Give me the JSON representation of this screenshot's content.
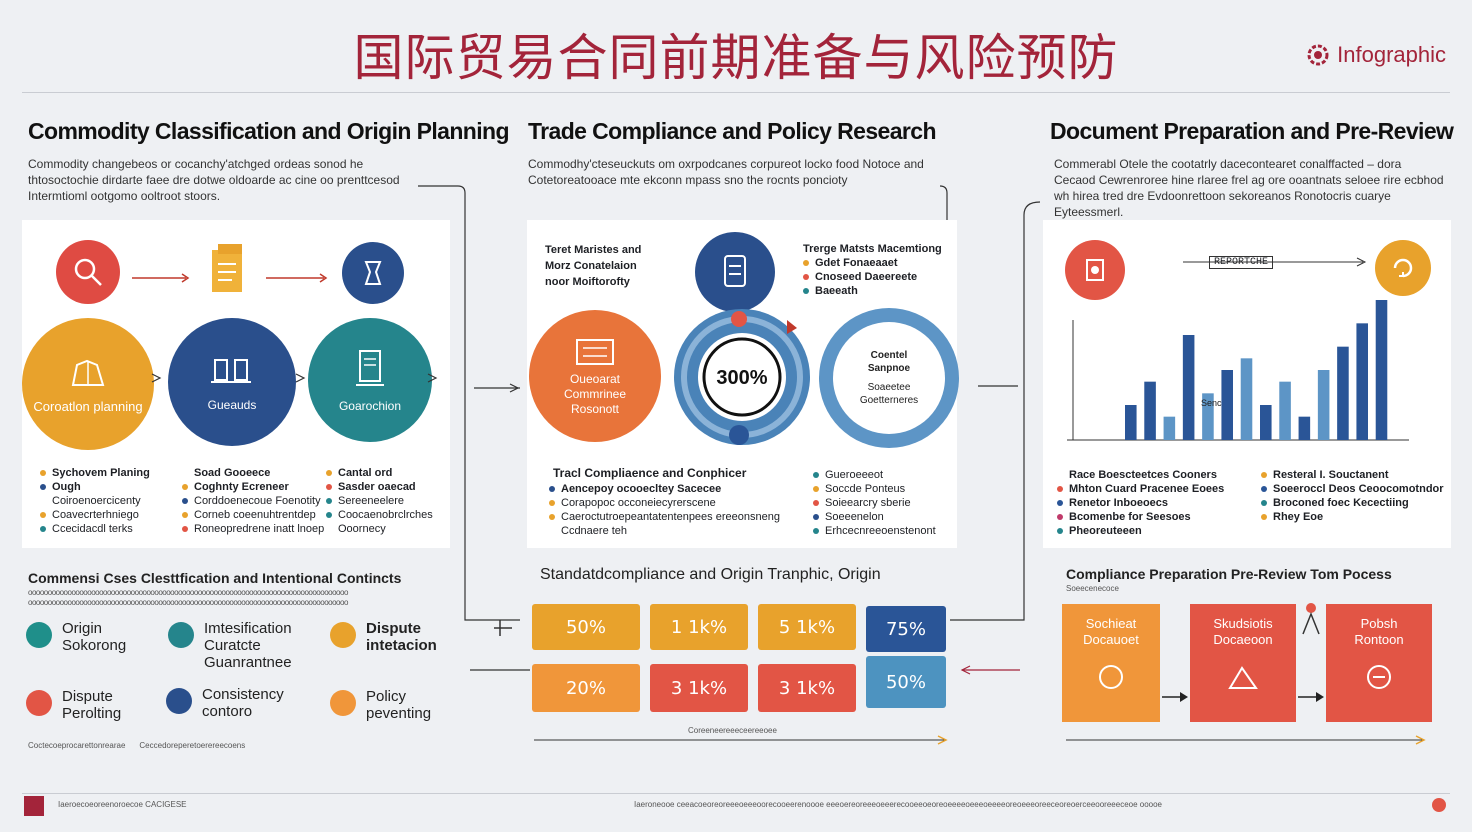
{
  "header": {
    "title": "国际贸易合同前期准备与风险预防",
    "brand": "Infographic",
    "accent": "#a3243a"
  },
  "columns": {
    "left": {
      "title": "Commodity Classification and Origin Planning",
      "desc": "Commodity changebeos or cocanchy'atchged ordeas sonod he thtosoctochie dirdarte faee dre dotwe oldoarde ac cine oo prenttcesod Intermtioml ootgomo ooltroot stoors.",
      "circles": [
        {
          "label": "Coroatlon planning",
          "color": "#e8a22c"
        },
        {
          "label": "Gueauds",
          "color": "#2a4f8c"
        },
        {
          "label": "Goarochion",
          "color": "#25858c"
        }
      ],
      "bullet_groups": [
        {
          "items": [
            "Sychovem Planing",
            "Ough",
            "Coiroenoercicenty",
            "Coavecrterhniego",
            "Ccecidacdl terks"
          ],
          "color": "#e8a22c"
        },
        {
          "items": [
            "Soad Gooeece",
            "Coghnty Ecreneer",
            "Corddoenecoue Foenotity",
            "Corneb coeenuhtrentdep",
            "Roneopredrene inatt lnoep"
          ],
          "color": "#2a4f8c"
        },
        {
          "items": [
            "Cantal ord",
            "Sasder oaecad",
            "Sereeneelere",
            "Coocaenobrclrches",
            "Ooornecy"
          ],
          "color": "#25858c"
        }
      ],
      "sub_title": "Commensi Cses Clesttfication and Intentional Contincts",
      "legend": [
        {
          "icon": "origin-icon",
          "label": "Origin Sokorong",
          "color": "#1f8f8a"
        },
        {
          "icon": "identification-icon",
          "label": "Imtesification Curatcte Guanrantnee",
          "color": "#25858c"
        },
        {
          "icon": "dispute-icon",
          "label": "Dispute intetacion",
          "color": "#e8a22c"
        },
        {
          "icon": "dispute-reporting-icon",
          "label": "Dispute Perolting",
          "color": "#e25545"
        },
        {
          "icon": "consistency-icon",
          "label": "Consistency contoro",
          "color": "#2a4f8c"
        },
        {
          "icon": "policy-icon",
          "label": "Policy peventing",
          "color": "#f0963a"
        }
      ],
      "footnote": [
        "Coctecoeprocarettonrearae",
        "Ceccedoreperetoerereecoens"
      ]
    },
    "middle": {
      "title": "Trade Compliance and Policy Research",
      "desc": "Commodhy'cteseuckuts om oxrpodcanes corpureot locko food Notoce and Cotetoreatooace mte ekconn mpass sno the rocnts poncioty",
      "left_block": [
        "Teret Maristes and",
        "Morz Conatelaion",
        "noor Moiftorofty"
      ],
      "right_block": {
        "title": "Trerge Matsts Macemtiong",
        "items": [
          "Gdet Fonaeaaet",
          "Cnoseed Daeereete",
          "Baeeath"
        ]
      },
      "circles": [
        {
          "label": "Oueoarat Commrinee Rosonott",
          "color": "#e8743a"
        },
        {
          "label": "300%",
          "color": "#4a83b8"
        },
        {
          "label": "Coentel Sanpnoe",
          "sub": "Soaeetee Goetterneres",
          "color": "#5d95c6"
        }
      ],
      "bullet_title": "Tracl Compliaence and Conphicer",
      "bullets_left": [
        "Aencepoy ocooecltey Sacecee",
        "Corapopoc occoneiecyrerscene",
        "Caeroctutroepeantatentenpees ereeonsneng",
        "Ccdnaere teh"
      ],
      "bullets_right": [
        "Gueroeeeot",
        "Soccde Ponteus",
        "Soieearcry sberie",
        "Soeeenelon",
        "Erhcecnreeoenstenont"
      ],
      "sub_title": "Standatdcompliance and Origin Tranphic, Origin",
      "boxes_top": [
        {
          "label": "50%",
          "color": "#e8a22c"
        },
        {
          "label": "1 1k%",
          "color": "#e8a22c"
        },
        {
          "label": "5 1k%",
          "color": "#e8a22c"
        },
        {
          "label": "75%",
          "color": "#2a5597"
        }
      ],
      "boxes_bottom": [
        {
          "label": "20%",
          "color": "#f0963a"
        },
        {
          "label": "3 1k%",
          "color": "#e25545"
        },
        {
          "label": "3 1k%",
          "color": "#e25545"
        },
        {
          "label": "50%",
          "color": "#4d93c0"
        }
      ],
      "axis_caption": "Coreeneereeeceereeoee"
    },
    "right": {
      "title": "Document Preparation and Pre-Review",
      "desc": "Commerabl Otele the cootatrly dacecontearet conalffacted – dora Cecaod Cewrenroree hine rlaree frel ag ore ooantnats seloee rire ecbhod wh hirea tred dre Evdoonrettoon sekoreanos Ronotocris cuarye Eyteessmerl.",
      "chart": {
        "type": "bar",
        "label": "REPORTCHE",
        "values": [
          3,
          5,
          2,
          9,
          4,
          6,
          7,
          3,
          5,
          2,
          6,
          8,
          10,
          12
        ],
        "colors": [
          "#2a5597",
          "#2a5597",
          "#5d95c6",
          "#2a5597",
          "#5d95c6",
          "#2a5597",
          "#5d95c6",
          "#2a5597",
          "#5d95c6",
          "#2a5597",
          "#5d95c6",
          "#2a5597",
          "#2a5597",
          "#2a5597"
        ],
        "annotation": "Senc"
      },
      "bullets_left": [
        {
          "text": "Race Boescteetces Cooners",
          "color": "#e8a22c"
        },
        {
          "text": "Mhton Cuard Pracenee Eoees",
          "color": "#e25545"
        },
        {
          "text": "Renetor Inboeoecs",
          "color": "#2a5597"
        },
        {
          "text": "Bcomenbe for Seesoes",
          "color": "#c03a6a"
        },
        {
          "text": "Pheoreuteeen",
          "color": "#25858c"
        }
      ],
      "bullets_right": [
        {
          "text": "Resteral I. Souctanent",
          "color": "#e8a22c"
        },
        {
          "text": "Soeeroccl Deos Ceoocomotndor",
          "color": "#2a5597"
        },
        {
          "text": "Broconed foec Kecectiing",
          "color": "#25858c"
        },
        {
          "text": "Rhey Eoe",
          "color": "#e8a22c"
        }
      ],
      "sub_title": "Compliance Preparation Pre-Review Tom Pocess",
      "sub_caption": "Soeecenecoce",
      "process": [
        {
          "label": "Sochieat Docauoet",
          "color": "#f0963a"
        },
        {
          "label": "Skudsiotis Docaeoon",
          "color": "#e25545"
        },
        {
          "label": "Pobsh Rontoon",
          "color": "#e25545"
        }
      ]
    }
  },
  "footer": {
    "left_text": "Iaeroecoeoreenoroecoe CACIGESE",
    "right_text": "Iaeroneooe ceeacoeoreoreeeoeeeoorecooeerenoooe eeeoereoreeeoeeerecooeeoeoreoeeeeoeeeoeeeeoreoeeeoreeceoreoerceeooreeeceoe ooooe"
  }
}
